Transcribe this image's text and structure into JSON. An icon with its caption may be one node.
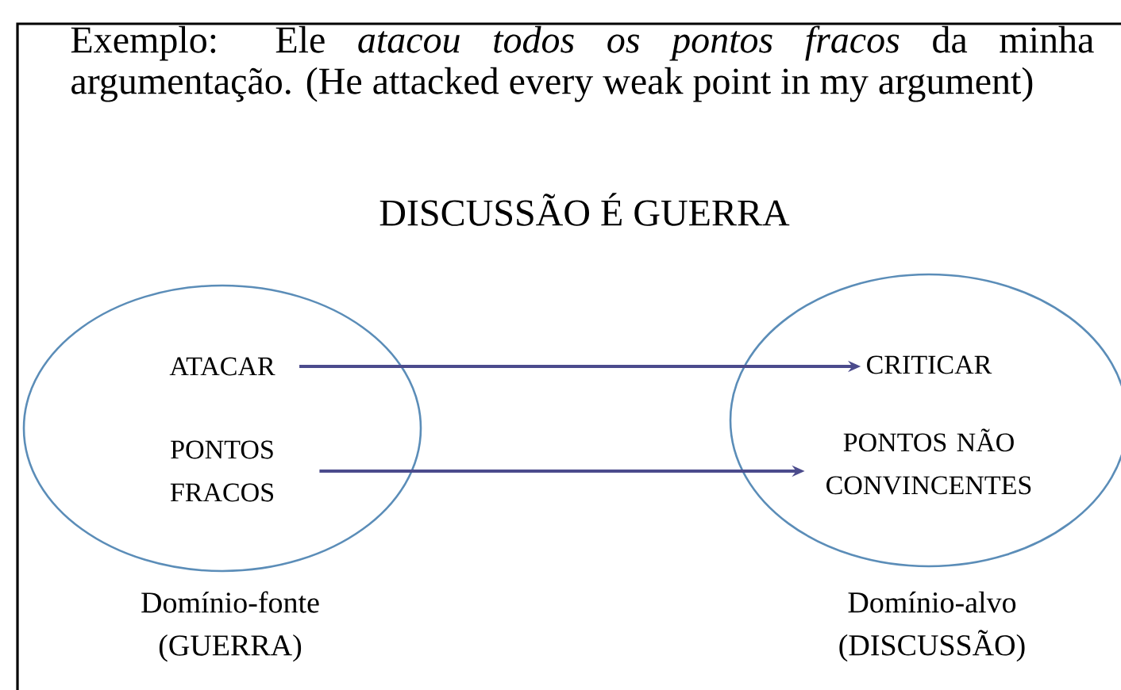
{
  "diagram": {
    "title": "DISCUSSÃO É GUERRA",
    "nodes": [
      {
        "text": [],
        "shape": "ellipse",
        "beside": [
          "Domínio-fonte (GUERRA)"
        ]
      },
      {
        "text": [
          "ATACAR"
        ],
        "in": 0
      },
      {
        "text": [
          "PONTOS FRACOS"
        ],
        "in": 0
      },
      {
        "text": [],
        "shape": "ellipse",
        "beside": [
          "Domínio-alvo (DISCUSSÃO)"
        ]
      },
      {
        "text": [
          "CRITICAR"
        ],
        "in": 3
      },
      {
        "text": [
          "PONTOS NÃO CONVINCENTES"
        ],
        "in": 3
      }
    ],
    "edges": [
      {
        "from": 1,
        "to": 4,
        "arrow": "to"
      },
      {
        "from": 2,
        "to": 5,
        "arrow": "to"
      }
    ],
    "labels": [
      "Exemplo: Ele *atacou todos os pontos fracos* da minha argumentação. (He attacked every weak point in my argument)"
    ]
  }
}
